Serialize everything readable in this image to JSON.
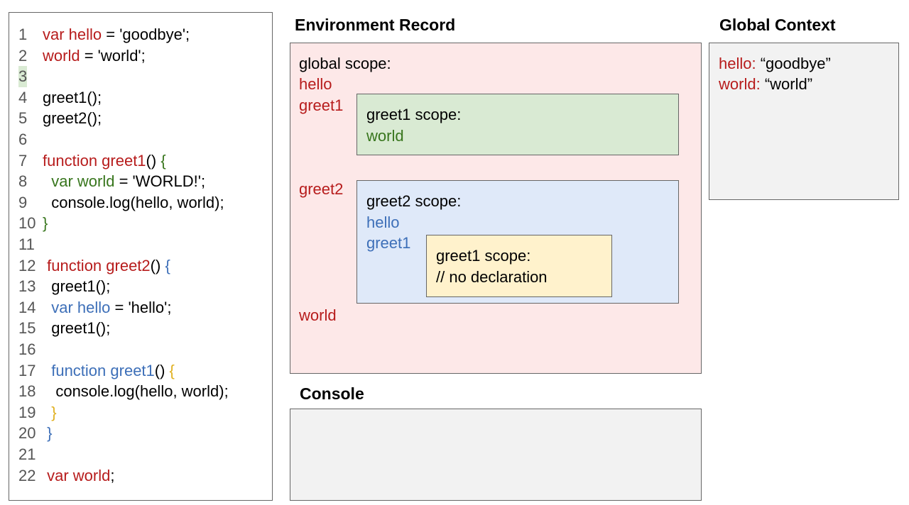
{
  "colors": {
    "keyword_red": "#b71c1c",
    "green": "#38761d",
    "blue": "#3d6fb8",
    "yellow": "#e0b020",
    "line_number": "#555555",
    "env_record_bg": "#fde8e8",
    "greet1_scope_bg": "#d9ead3",
    "greet2_scope_bg": "#dfe9f9",
    "inner_scope_bg": "#fff2cc",
    "console_bg": "#f2f2f2",
    "global_bg": "#f2f2f2"
  },
  "code": {
    "highlighted_line": "3",
    "lines": [
      {
        "n": "1",
        "segs": [
          {
            "t": "var hello",
            "c": "red"
          },
          {
            "t": " = 'goodbye';",
            "c": "black"
          }
        ]
      },
      {
        "n": "2",
        "segs": [
          {
            "t": "world",
            "c": "red"
          },
          {
            "t": " = 'world';",
            "c": "black"
          }
        ]
      },
      {
        "n": "3",
        "segs": []
      },
      {
        "n": "4",
        "segs": [
          {
            "t": "greet1();",
            "c": "black"
          }
        ]
      },
      {
        "n": "5",
        "segs": [
          {
            "t": "greet2();",
            "c": "black"
          }
        ]
      },
      {
        "n": "6",
        "segs": []
      },
      {
        "n": "7",
        "segs": [
          {
            "t": "function greet1",
            "c": "red"
          },
          {
            "t": "() ",
            "c": "black"
          },
          {
            "t": "{",
            "c": "green"
          }
        ]
      },
      {
        "n": "8",
        "segs": [
          {
            "t": "  var world",
            "c": "green"
          },
          {
            "t": " = 'WORLD!';",
            "c": "black"
          }
        ]
      },
      {
        "n": "9",
        "segs": [
          {
            "t": "  console.log(hello, world);",
            "c": "black"
          }
        ]
      },
      {
        "n": "10",
        "segs": [
          {
            "t": "}",
            "c": "green"
          }
        ]
      },
      {
        "n": "11",
        "segs": []
      },
      {
        "n": "12",
        "segs": [
          {
            "t": " function greet2",
            "c": "red"
          },
          {
            "t": "() ",
            "c": "black"
          },
          {
            "t": "{",
            "c": "blue"
          }
        ]
      },
      {
        "n": "13",
        "segs": [
          {
            "t": "  greet1();",
            "c": "black"
          }
        ]
      },
      {
        "n": "14",
        "segs": [
          {
            "t": "  var hello",
            "c": "blue"
          },
          {
            "t": " = 'hello';",
            "c": "black"
          }
        ]
      },
      {
        "n": "15",
        "segs": [
          {
            "t": "  greet1();",
            "c": "black"
          }
        ]
      },
      {
        "n": "16",
        "segs": []
      },
      {
        "n": "17",
        "segs": [
          {
            "t": "  function greet1",
            "c": "blue"
          },
          {
            "t": "() ",
            "c": "black"
          },
          {
            "t": "{",
            "c": "yellow"
          }
        ]
      },
      {
        "n": "18",
        "segs": [
          {
            "t": "   console.log(hello, world);",
            "c": "black"
          }
        ]
      },
      {
        "n": "19",
        "segs": [
          {
            "t": "  }",
            "c": "yellow"
          }
        ]
      },
      {
        "n": "20",
        "segs": [
          {
            "t": " }",
            "c": "blue"
          }
        ]
      },
      {
        "n": "21",
        "segs": []
      },
      {
        "n": "22",
        "segs": [
          {
            "t": " var world",
            "c": "red"
          },
          {
            "t": ";",
            "c": "black"
          }
        ]
      }
    ]
  },
  "env_record": {
    "title": "Environment Record",
    "global_scope_label": "global scope:",
    "global_vars": {
      "hello": "hello",
      "greet1": "greet1",
      "greet2": "greet2",
      "world": "world"
    },
    "greet1_scope": {
      "label": "greet1 scope:",
      "var": "world"
    },
    "greet2_scope": {
      "label": "greet2 scope:",
      "var_hello": "hello",
      "var_greet1": "greet1",
      "inner": {
        "label": "greet1 scope:",
        "note": "// no declaration"
      }
    }
  },
  "console": {
    "title": "Console"
  },
  "global_context": {
    "title": "Global Context",
    "entries": [
      {
        "key": "hello:",
        "value": "“goodbye”"
      },
      {
        "key": "world:",
        "value": "“world”"
      }
    ]
  }
}
